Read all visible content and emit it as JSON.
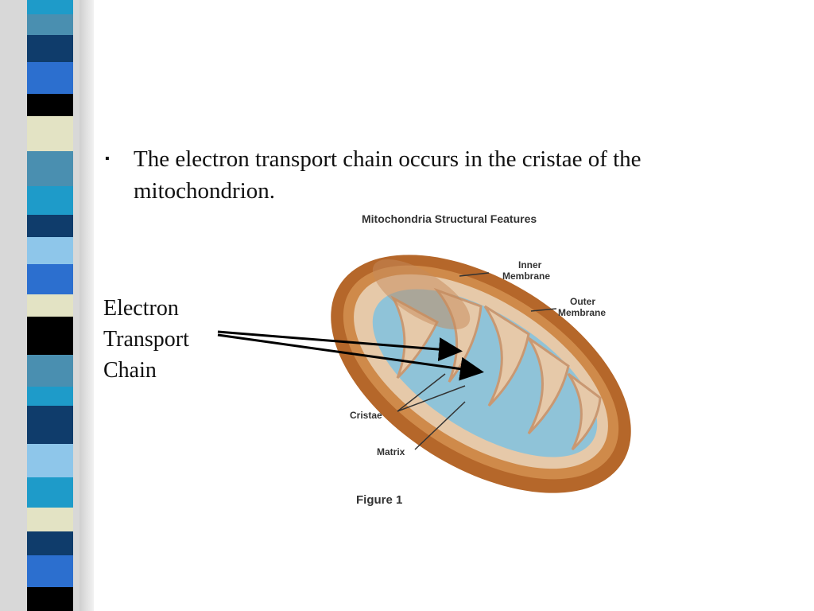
{
  "slide": {
    "bullet_text": "The electron transport chain occurs in the cristae of the mitochondrion.",
    "side_label": [
      "Electron",
      "Transport",
      "Chain"
    ]
  },
  "figure": {
    "title": "Mitochondria Structural Features",
    "labels": {
      "inner_1": "Inner",
      "inner_2": "Membrane",
      "outer_1": "Outer",
      "outer_2": "Membrane",
      "cristae": "Cristae",
      "matrix": "Matrix"
    },
    "caption": "Figure 1"
  },
  "colors": {
    "outer_membrane": "#b5672a",
    "matrix": "#8fc3d8",
    "intermembrane": "#e6c9a9",
    "stripe_palette": [
      "#0f3c6b",
      "#4a8fb0",
      "#2c6fcf",
      "#000000",
      "#e3e3c4",
      "#1e9bc9",
      "#8ec6ea"
    ]
  }
}
